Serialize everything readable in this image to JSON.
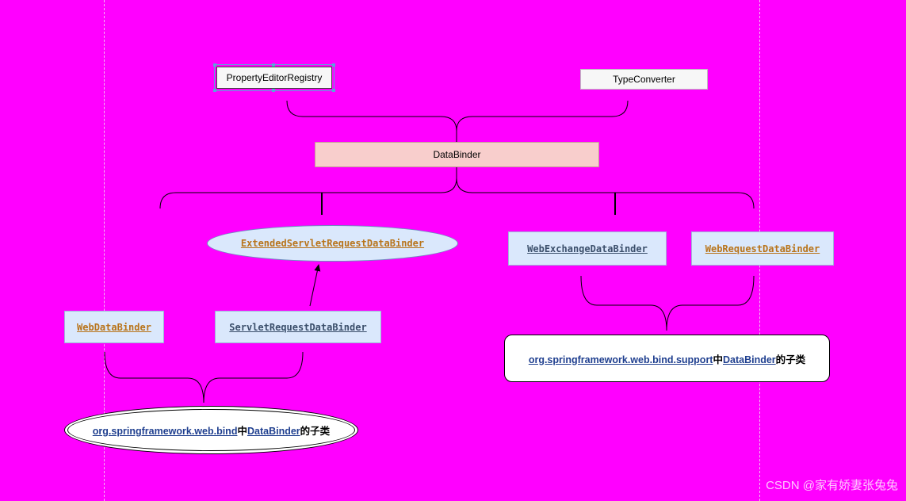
{
  "diagram": {
    "interfaces": {
      "property_editor_registry": "PropertyEditorRegistry",
      "type_converter": "TypeConverter"
    },
    "root": "DataBinder",
    "classes": {
      "extended_servlet_request_data_binder": "ExtendedServletRequestDataBinder",
      "web_exchange_data_binder": "WebExchangeDataBinder",
      "web_request_data_binder": "WebRequestDataBinder",
      "web_data_binder": "WebDataBinder",
      "servlet_request_data_binder": "ServletRequestDataBinder"
    },
    "group_bind": {
      "package": "org.springframework.web.bind",
      "middle": "中",
      "class": "DataBinder",
      "suffix": "的子类"
    },
    "group_support": {
      "package": "org.springframework.web.bind.support",
      "middle": "中",
      "class": "DataBinder",
      "suffix": "的子类"
    }
  },
  "watermark": "CSDN @家有娇妻张兔兔"
}
